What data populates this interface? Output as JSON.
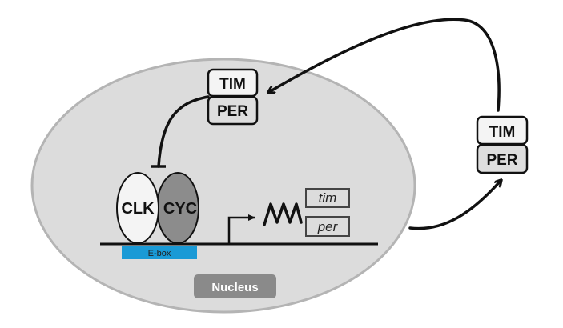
{
  "diagram": {
    "title": "Drosophila circadian clock feedback loop",
    "compartment": {
      "label": "Nucleus"
    },
    "complex_nuclear": {
      "top": "TIM",
      "bottom": "PER"
    },
    "complex_cytoplasmic": {
      "top": "TIM",
      "bottom": "PER"
    },
    "activators": {
      "left": "CLK",
      "right": "CYC"
    },
    "promoter": {
      "label": "E-box"
    },
    "genes": {
      "first": "tim",
      "second": "per"
    },
    "colors": {
      "nucleus_fill": "#dcdcdc",
      "nucleus_stroke": "#b4b4b4",
      "clk_fill": "#f4f4f4",
      "cyc_fill": "#8c8c8c",
      "ebox_fill": "#1a9ad6",
      "nucleus_label_bg": "#8a8a8a",
      "tim_box_fill": "#f4f4f4",
      "per_box_fill": "#dedede",
      "line": "#111111"
    },
    "arrows": [
      {
        "from": "cytoplasmic TIM/PER",
        "to": "nuclear TIM/PER",
        "type": "activation"
      },
      {
        "from": "nuclear TIM/PER",
        "to": "CLK/CYC",
        "type": "inhibition"
      },
      {
        "from": "nucleus (mRNA)",
        "to": "cytoplasmic TIM/PER",
        "type": "activation"
      },
      {
        "from": "promoter",
        "to": "mRNA",
        "type": "transcription"
      }
    ]
  }
}
